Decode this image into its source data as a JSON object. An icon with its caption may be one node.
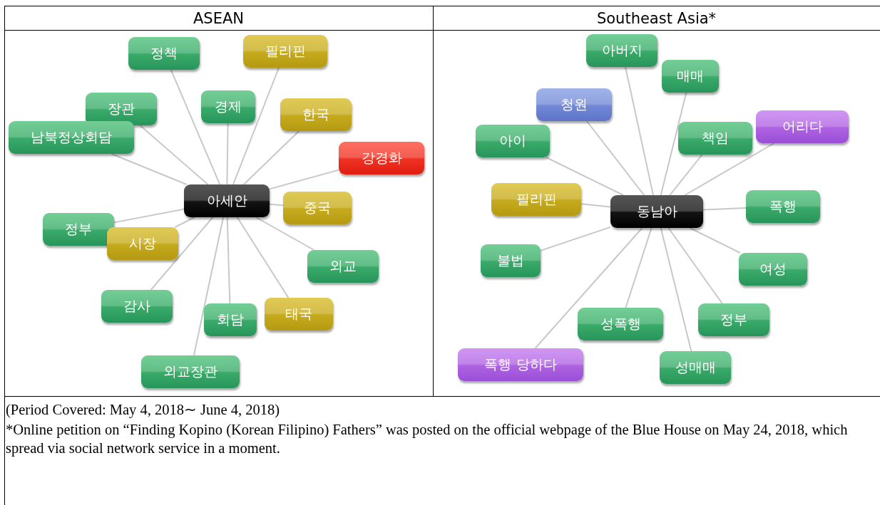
{
  "diagram": {
    "nodes": [
      {
        "text": [
          "아세안"
        ]
      },
      {
        "text": [
          "정책"
        ]
      },
      {
        "text": [
          "필리핀"
        ]
      },
      {
        "text": [
          "장관"
        ]
      },
      {
        "text": [
          "경제"
        ]
      },
      {
        "text": [
          "한국"
        ]
      },
      {
        "text": [
          "남북정상회담"
        ]
      },
      {
        "text": [
          "강경화"
        ]
      },
      {
        "text": [
          "중국"
        ]
      },
      {
        "text": [
          "정부"
        ]
      },
      {
        "text": [
          "시장"
        ]
      },
      {
        "text": [
          "외교"
        ]
      },
      {
        "text": [
          "감사"
        ]
      },
      {
        "text": [
          "태국"
        ]
      },
      {
        "text": [
          "회담"
        ]
      },
      {
        "text": [
          "외교장관"
        ]
      },
      {
        "text": [
          "동남아"
        ]
      },
      {
        "text": [
          "아버지"
        ]
      },
      {
        "text": [
          "매매"
        ]
      },
      {
        "text": [
          "청원"
        ]
      },
      {
        "text": [
          "어리다"
        ]
      },
      {
        "text": [
          "아이"
        ]
      },
      {
        "text": [
          "책임"
        ]
      },
      {
        "text": [
          "필리핀"
        ]
      },
      {
        "text": [
          "폭행"
        ]
      },
      {
        "text": [
          "불법"
        ]
      },
      {
        "text": [
          "여성"
        ]
      },
      {
        "text": [
          "성폭행"
        ]
      },
      {
        "text": [
          "정부"
        ]
      },
      {
        "text": [
          "폭행 당하다"
        ]
      },
      {
        "text": [
          "성매매"
        ]
      }
    ],
    "edges": [
      {
        "from": 0,
        "to": 1,
        "arrow": "none"
      },
      {
        "from": 0,
        "to": 2,
        "arrow": "none"
      },
      {
        "from": 0,
        "to": 3,
        "arrow": "none"
      },
      {
        "from": 0,
        "to": 4,
        "arrow": "none"
      },
      {
        "from": 0,
        "to": 5,
        "arrow": "none"
      },
      {
        "from": 0,
        "to": 6,
        "arrow": "none"
      },
      {
        "from": 0,
        "to": 7,
        "arrow": "none"
      },
      {
        "from": 0,
        "to": 8,
        "arrow": "none"
      },
      {
        "from": 0,
        "to": 9,
        "arrow": "none"
      },
      {
        "from": 0,
        "to": 10,
        "arrow": "none"
      },
      {
        "from": 0,
        "to": 11,
        "arrow": "none"
      },
      {
        "from": 0,
        "to": 12,
        "arrow": "none"
      },
      {
        "from": 0,
        "to": 13,
        "arrow": "none"
      },
      {
        "from": 0,
        "to": 14,
        "arrow": "none"
      },
      {
        "from": 0,
        "to": 15,
        "arrow": "none"
      },
      {
        "from": 16,
        "to": 17,
        "arrow": "none"
      },
      {
        "from": 16,
        "to": 18,
        "arrow": "none"
      },
      {
        "from": 16,
        "to": 19,
        "arrow": "none"
      },
      {
        "from": 16,
        "to": 20,
        "arrow": "none"
      },
      {
        "from": 16,
        "to": 21,
        "arrow": "none"
      },
      {
        "from": 16,
        "to": 22,
        "arrow": "none"
      },
      {
        "from": 16,
        "to": 23,
        "arrow": "none"
      },
      {
        "from": 16,
        "to": 24,
        "arrow": "none"
      },
      {
        "from": 16,
        "to": 25,
        "arrow": "none"
      },
      {
        "from": 16,
        "to": 26,
        "arrow": "none"
      },
      {
        "from": 16,
        "to": 27,
        "arrow": "none"
      },
      {
        "from": 16,
        "to": 28,
        "arrow": "none"
      },
      {
        "from": 16,
        "to": 29,
        "arrow": "none"
      },
      {
        "from": 16,
        "to": 30,
        "arrow": "none"
      }
    ],
    "labels": [
      "ASEAN",
      "Southeast Asia*",
      "(Period Covered: May 4, 2018∼ June 4, 2018)",
      "*Online petition on “Finding Kopino (Korean Filipino) Fathers” was posted on the official webpage of the Blue House on May 24, 2018, which spread via social network service in a moment."
    ]
  }
}
